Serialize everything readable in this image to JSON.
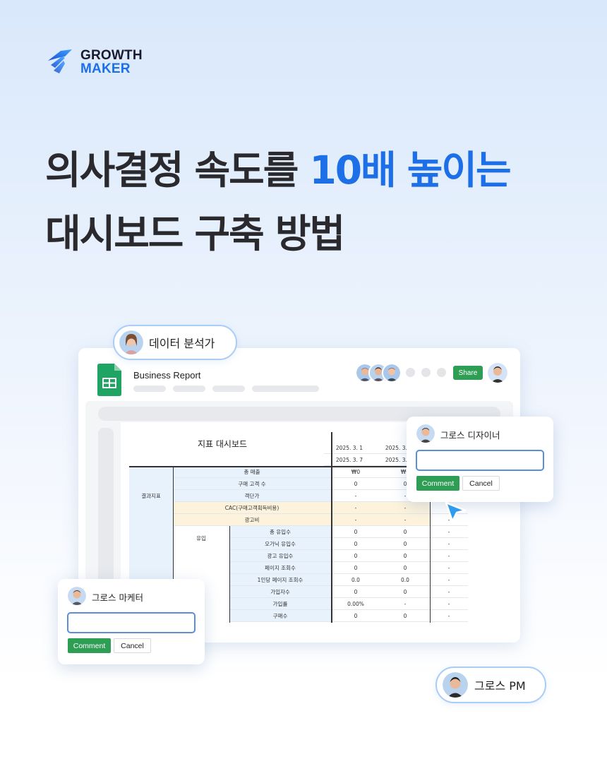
{
  "brand": {
    "line1": "GROWTH",
    "line2": "MAKER",
    "color": "#1d6fe8"
  },
  "headline": {
    "line1_part1": "의사결정 속도를 ",
    "line1_highlight": "10배 높이는",
    "line2": "대시보드 구축 방법"
  },
  "window": {
    "doc_title": "Business Report",
    "app_icon": "sheets-icon",
    "share_label": "Share",
    "dashboard_title": "지표 대시보드",
    "date_headers": [
      {
        "start": "2025. 3. 1",
        "end": "2025. 3. 7"
      },
      {
        "start": "2025. 3. 1",
        "end": "2025. 3. 1"
      }
    ],
    "groups": {
      "result": "결과지표",
      "inflow": "유입"
    },
    "rows": [
      {
        "label": "총 매출",
        "v1": "₩0",
        "v2": "₩0",
        "v3": ""
      },
      {
        "label": "구매 고객 수",
        "v1": "0",
        "v2": "0",
        "v3": ""
      },
      {
        "label": "객단가",
        "v1": "-",
        "v2": "-",
        "v3": ""
      },
      {
        "label": "CAC(구매고객획득비용)",
        "v1": "-",
        "v2": "-",
        "v3": "",
        "highlight": true
      },
      {
        "label": "광고비",
        "v1": "-",
        "v2": "-",
        "v3": "-",
        "highlight": true
      },
      {
        "label": "총 유입수",
        "v1": "0",
        "v2": "0",
        "v3": "-"
      },
      {
        "label": "오가닉 유입수",
        "v1": "0",
        "v2": "0",
        "v3": "-"
      },
      {
        "label": "광고 유입수",
        "v1": "0",
        "v2": "0",
        "v3": "-"
      },
      {
        "label": "페이지 조회수",
        "v1": "0",
        "v2": "0",
        "v3": "-"
      },
      {
        "label": "1인당 페이지 조회수",
        "v1": "0.0",
        "v2": "0.0",
        "v3": "-"
      },
      {
        "label": "가입자수",
        "v1": "0",
        "v2": "0",
        "v3": "-"
      },
      {
        "label": "가입률",
        "v1": "0.00%",
        "v2": "-",
        "v3": "-"
      },
      {
        "label": "구매수",
        "v1": "0",
        "v2": "0",
        "v3": "-"
      }
    ]
  },
  "comments": {
    "designer": {
      "name": "그로스 디자이너",
      "input_value": "",
      "comment_label": "Comment",
      "cancel_label": "Cancel"
    },
    "marketer": {
      "name": "그로스 마케터",
      "input_value": "",
      "comment_label": "Comment",
      "cancel_label": "Cancel"
    }
  },
  "tags": {
    "analyst": "데이터 분석가",
    "pm": "그로스 PM"
  },
  "colors": {
    "accent_green": "#2f9e55",
    "table_blue": "#e8f2fc",
    "table_highlight": "#fdf3dc",
    "cursor": "#2d9cf0"
  }
}
